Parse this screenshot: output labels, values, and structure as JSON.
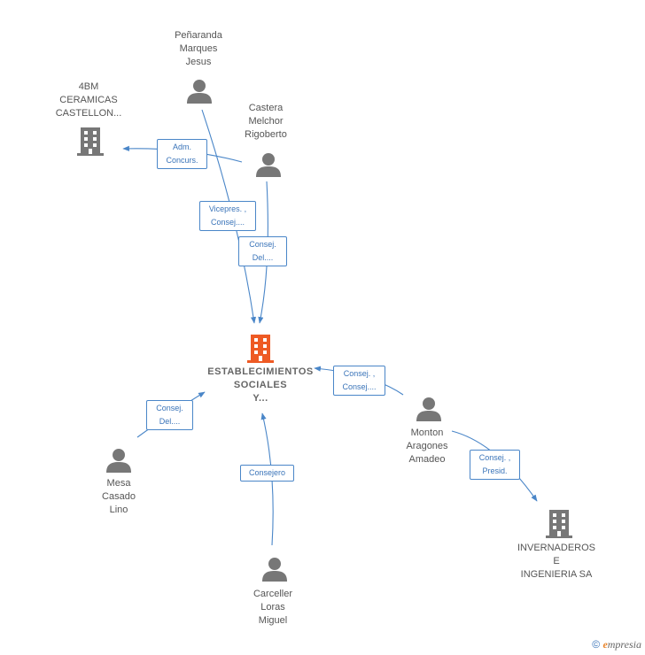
{
  "colors": {
    "edge": "#4a86c8",
    "person_icon": "#777777",
    "building_icon": "#777777",
    "center_icon": "#ee5a24"
  },
  "nodes": {
    "center": {
      "label": "ESTABLECIMIENTOS\nSOCIALES\nY...",
      "icon": "building-icon"
    },
    "penaranda": {
      "label": "Peñaranda\nMarques\nJesus",
      "icon": "person-icon"
    },
    "bm": {
      "label": "4BM\nCERAMICAS\nCASTELLON...",
      "icon": "building-icon"
    },
    "castera": {
      "label": "Castera\nMelchor\nRigoberto",
      "icon": "person-icon"
    },
    "mesa": {
      "label": "Mesa\nCasado\nLino",
      "icon": "person-icon"
    },
    "monton": {
      "label": "Monton\nAragones\nAmadeo",
      "icon": "person-icon"
    },
    "carceller": {
      "label": "Carceller\nLoras\nMiguel",
      "icon": "person-icon"
    },
    "invernaderos": {
      "label": "INVERNADEROS\nE\nINGENIERIA SA",
      "icon": "building-icon"
    }
  },
  "edges": {
    "castera_bm": "Adm.\nConcurs.",
    "penaranda_center": "Vicepres. ,\nConsej....",
    "castera_center": "Consej.\nDel....",
    "monton_center": "Consej. ,\nConsej....",
    "mesa_center": "Consej.\nDel....",
    "carceller_center": "Consejero",
    "monton_invernaderos": "Consej. ,\nPresid."
  },
  "footer": {
    "copyright": "©",
    "brand_initial": "e",
    "brand_rest": "mpresia"
  }
}
